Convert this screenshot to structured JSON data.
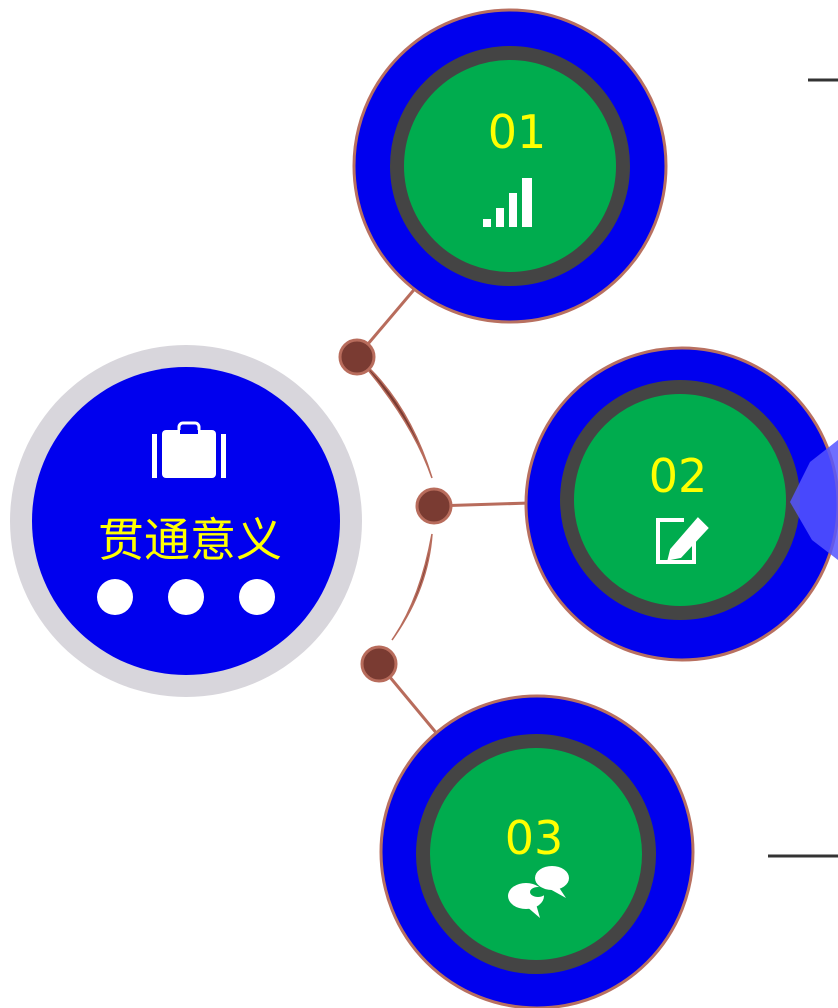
{
  "center": {
    "title": "贯通意义",
    "icon": "briefcase-icon",
    "dots_icon": "three-dots-icon"
  },
  "nodes": [
    {
      "number": "01",
      "icon": "signal-bars-icon"
    },
    {
      "number": "02",
      "icon": "edit-document-icon"
    },
    {
      "number": "03",
      "icon": "chat-bubbles-icon"
    }
  ],
  "colors": {
    "outer_ring": "#0000ee",
    "outer_border": "#b87060",
    "inner_ring": "#444444",
    "inner_fill": "#00ac4e",
    "number_text": "#ffff00",
    "center_halo": "#d8d6dc",
    "connector": "#b86c5c",
    "junction_dot": "#7a3b32"
  }
}
